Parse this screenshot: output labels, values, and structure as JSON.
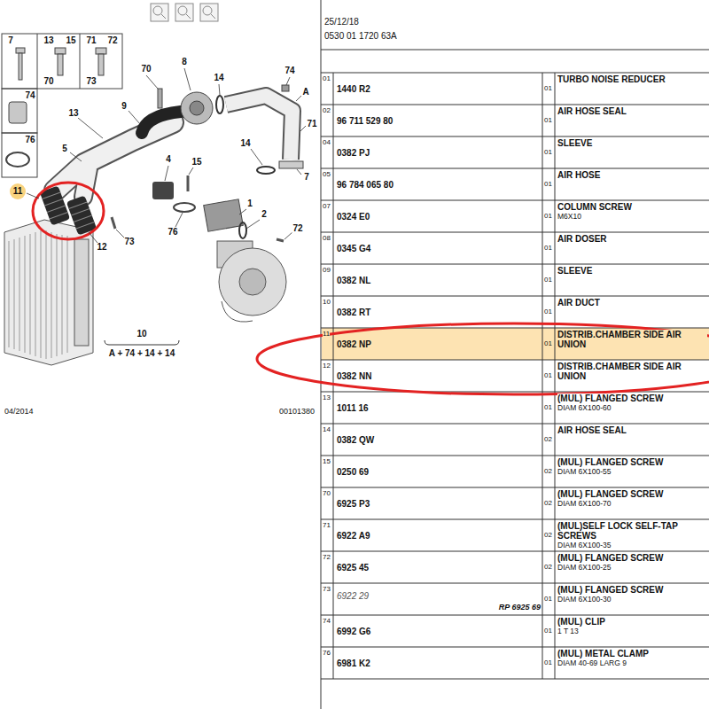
{
  "diagram": {
    "labels": [
      "7",
      "13",
      "15",
      "71",
      "72",
      "70",
      "73",
      "74",
      "76",
      "70",
      "8",
      "14",
      "74",
      "A",
      "9",
      "13",
      "71",
      "14",
      "5",
      "4",
      "15",
      "7",
      "11",
      "1",
      "2",
      "76",
      "72",
      "12",
      "73",
      "10",
      "A + 74 + 14 + 14",
      "04/2014",
      "00101380",
      "25/12/18",
      "0530 01 1720 63A",
      "01",
      "1440 R2",
      "01",
      "TURBO NOISE REDUCER",
      "02",
      "96 711 529 80",
      "01",
      "AIR HOSE SEAL",
      "04",
      "0382 PJ",
      "01",
      "SLEEVE",
      "05",
      "96 784 065 80",
      "01",
      "AIR HOSE",
      "07",
      "0324 E0",
      "01",
      "COLUMN SCREW",
      "M6X10",
      "08",
      "0345 G4",
      "01",
      "AIR DOSER",
      "09",
      "0382 NL",
      "01",
      "SLEEVE",
      "10",
      "0382 RT",
      "01",
      "AIR DUCT",
      "11",
      "0382 NP",
      "01",
      "DISTRIB.CHAMBER SIDE AIR UNION",
      "12",
      "0382 NN",
      "01",
      "DISTRIB.CHAMBER SIDE AIR UNION",
      "13",
      "1011 16",
      "01",
      "(MUL) FLANGED SCREW",
      "DIAM 6X100-60",
      "14",
      "0382 QW",
      "02",
      "AIR HOSE SEAL",
      "15",
      "0250 69",
      "02",
      "(MUL) FLANGED SCREW",
      "DIAM 6X100-55",
      "70",
      "6925 P3",
      "02",
      "(MUL) FLANGED SCREW",
      "DIAM 6X100-70",
      "71",
      "6922 A9",
      "02",
      "(MUL)SELF LOCK SELF-TAP SCREWS",
      "DIAM 6X100-35",
      "72",
      "6925 45",
      "02",
      "(MUL) FLANGED SCREW",
      "DIAM 6X100-25",
      "73",
      "6922 29",
      "RP 6925 69",
      "01",
      "(MUL) FLANGED SCREW",
      "DIAM 6X100-30",
      "74",
      "6992 G6",
      "01",
      "(MUL) CLIP",
      "1 T 13",
      "76",
      "6981 K2",
      "01",
      "(MUL) METAL CLAMP",
      "DIAM 40-69 LARG 9"
    ]
  }
}
